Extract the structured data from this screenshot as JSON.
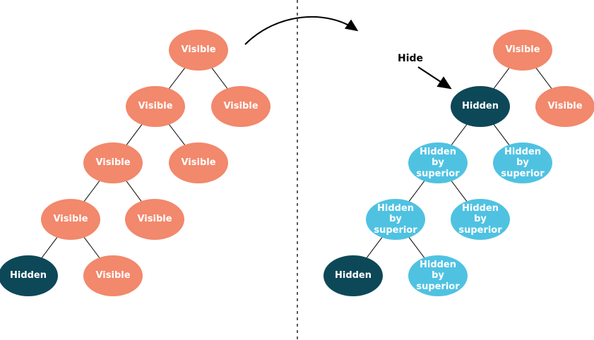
{
  "diagram": {
    "title": "tree-visibility-before-after",
    "annotations": {
      "hide_label": "Hide"
    },
    "colors": {
      "visible_fill": "#F2886C",
      "hidden_fill": "#0D4859",
      "hidden_by_superior_fill": "#4FC2E2",
      "edge_color": "#1a1a1a",
      "arrow_color": "#000000",
      "background": "#FFFFFF",
      "label_text": "#FFFFFF"
    },
    "left_tree": {
      "name": "before-hide",
      "nodes": [
        {
          "label": "Visible",
          "state": "visible"
        },
        {
          "label": "Visible",
          "state": "visible"
        },
        {
          "label": "Visible",
          "state": "visible"
        },
        {
          "label": "Visible",
          "state": "visible"
        },
        {
          "label": "Visible",
          "state": "visible"
        },
        {
          "label": "Visible",
          "state": "visible"
        },
        {
          "label": "Visible",
          "state": "visible"
        },
        {
          "label": "Hidden",
          "state": "hidden"
        },
        {
          "label": "Visible",
          "state": "visible"
        }
      ],
      "edges": [
        [
          0,
          1
        ],
        [
          0,
          2
        ],
        [
          1,
          3
        ],
        [
          1,
          4
        ],
        [
          3,
          5
        ],
        [
          3,
          6
        ],
        [
          5,
          7
        ],
        [
          5,
          8
        ]
      ]
    },
    "right_tree": {
      "name": "after-hide",
      "nodes": [
        {
          "label": "Visible",
          "state": "visible"
        },
        {
          "label": "Hidden",
          "state": "hidden"
        },
        {
          "label": "Visible",
          "state": "visible"
        },
        {
          "label": "Hidden by superior",
          "state": "hidden-by-superior"
        },
        {
          "label": "Hidden by superior",
          "state": "hidden-by-superior"
        },
        {
          "label": "Hidden by superior",
          "state": "hidden-by-superior"
        },
        {
          "label": "Hidden by superior",
          "state": "hidden-by-superior"
        },
        {
          "label": "Hidden",
          "state": "hidden"
        },
        {
          "label": "Hidden by superior",
          "state": "hidden-by-superior"
        }
      ],
      "edges": [
        [
          0,
          1
        ],
        [
          0,
          2
        ],
        [
          1,
          3
        ],
        [
          1,
          4
        ],
        [
          3,
          5
        ],
        [
          3,
          6
        ],
        [
          5,
          7
        ],
        [
          5,
          8
        ]
      ]
    }
  }
}
